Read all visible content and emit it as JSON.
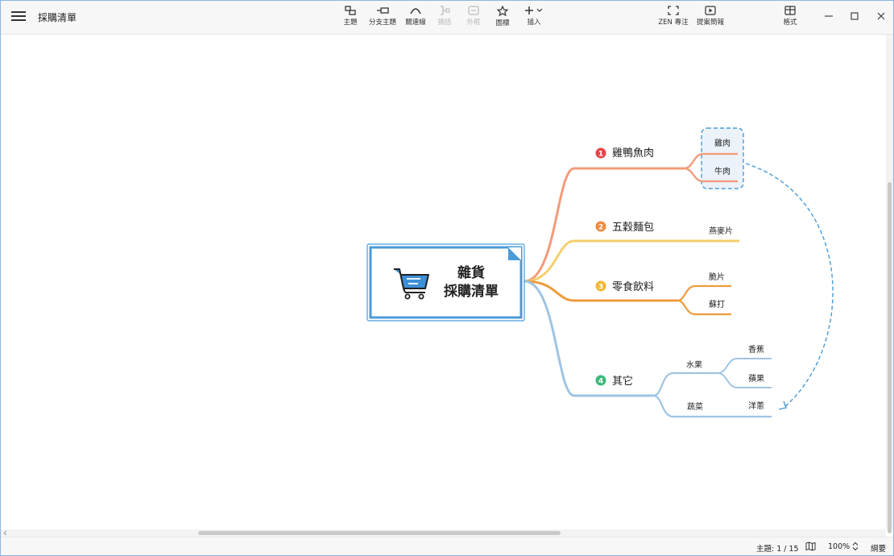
{
  "app": {
    "document_title": "採購清單"
  },
  "toolbar": {
    "topic": "主題",
    "subtopic": "分支主題",
    "relationship": "關連線",
    "summary": "摘括",
    "boundary": "外框",
    "marker": "圖標",
    "insert": "插入",
    "zen": "ZEN 專注",
    "pitch": "提案簡報",
    "format": "格式"
  },
  "mindmap": {
    "central": {
      "line1": "雜貨",
      "line2": "採購清單"
    },
    "branches": [
      {
        "number": "1",
        "label": "雞鴨魚肉",
        "color": "#f39a7a",
        "badge_color": "#e8444a",
        "children": [
          "雞肉",
          "牛肉"
        ]
      },
      {
        "number": "2",
        "label": "五穀麵包",
        "color": "#f5cf6e",
        "badge_color": "#f08a3e",
        "children": [
          "燕麥片"
        ]
      },
      {
        "number": "3",
        "label": "零食飲料",
        "color": "#ee9b3c",
        "badge_color": "#f2b630",
        "children": [
          "脆片",
          "蘇打"
        ]
      },
      {
        "number": "4",
        "label": "其它",
        "color": "#9fc4e3",
        "badge_color": "#3cb878",
        "sub": [
          {
            "label": "水果",
            "children": [
              "香蕉",
              "蘋果"
            ]
          },
          {
            "label": "蔬菜",
            "children": [
              "洋蔥"
            ]
          }
        ]
      }
    ]
  },
  "status": {
    "topic_count": "主題: 1 / 15",
    "zoom": "100%",
    "outline": "綱要"
  }
}
